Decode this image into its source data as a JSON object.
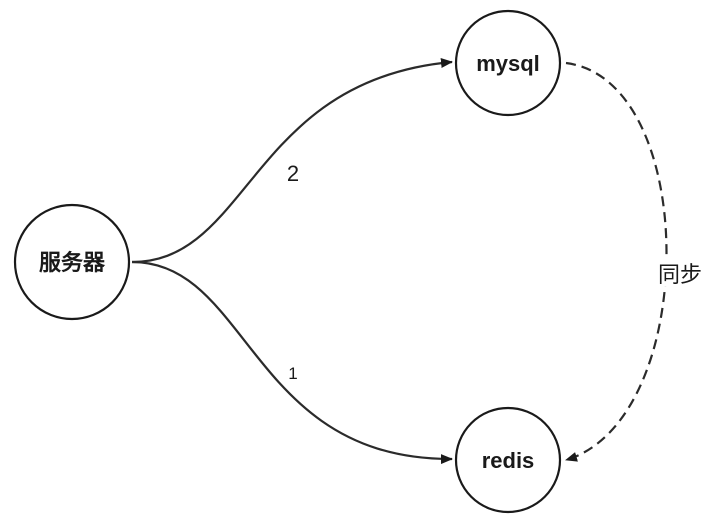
{
  "nodes": {
    "server": {
      "label": "服务器"
    },
    "mysql": {
      "label": "mysql"
    },
    "redis": {
      "label": "redis"
    }
  },
  "edges": {
    "server_to_mysql": {
      "label": "2",
      "style": "solid"
    },
    "server_to_redis": {
      "label": "1",
      "style": "solid"
    },
    "mysql_to_redis": {
      "label": "同步",
      "style": "dashed"
    }
  },
  "colors": {
    "stroke": "#1a1a1a",
    "background": "#ffffff"
  }
}
